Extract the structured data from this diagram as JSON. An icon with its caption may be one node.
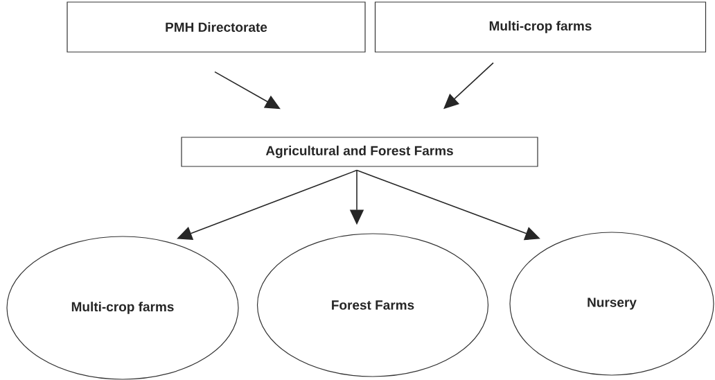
{
  "diagram": {
    "nodes": [
      {
        "text": [
          "PMH Directorate"
        ]
      },
      {
        "text": [
          "Multi-crop farms"
        ]
      },
      {
        "text": [
          "Agricultural and Forest Farms"
        ]
      },
      {
        "text": [
          "Multi-crop farms"
        ]
      },
      {
        "text": [
          "Forest Farms"
        ]
      },
      {
        "text": [
          "Nursery"
        ]
      }
    ],
    "edges": [
      {
        "from": 0,
        "to": 2,
        "arrow": "to"
      },
      {
        "from": 1,
        "to": 2,
        "arrow": "to"
      },
      {
        "from": 2,
        "to": 3,
        "arrow": "to"
      },
      {
        "from": 2,
        "to": 4,
        "arrow": "to"
      },
      {
        "from": 2,
        "to": 5,
        "arrow": "to"
      }
    ]
  }
}
